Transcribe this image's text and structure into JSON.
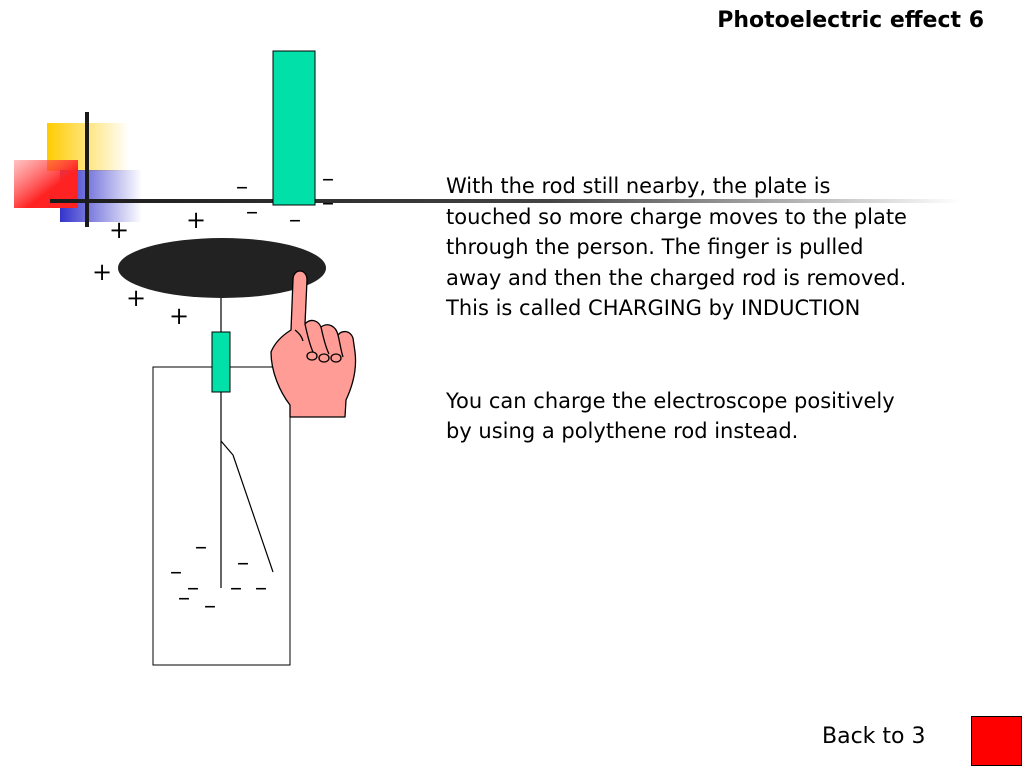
{
  "slide": {
    "title": "Photoelectric effect 6",
    "paragraphs": [
      "With the rod still nearby, the plate is touched so more charge moves to the plate through the person. The finger is pulled away and then the charged rod is removed. This is called CHARGING by INDUCTION",
      "You can charge the electroscope positively by using a polythene rod instead."
    ],
    "back_label": "Back to 3"
  },
  "diagram": {
    "plus_sign": "+",
    "minus_sign": "–"
  },
  "colors": {
    "rod": "#00e0a8",
    "plate": "#222222",
    "finger": "#ff9c96",
    "back_button": "#ff0000",
    "accent_yellow": "#ffcc00",
    "accent_blue": "#3333cc",
    "accent_red": "#ff3333"
  }
}
